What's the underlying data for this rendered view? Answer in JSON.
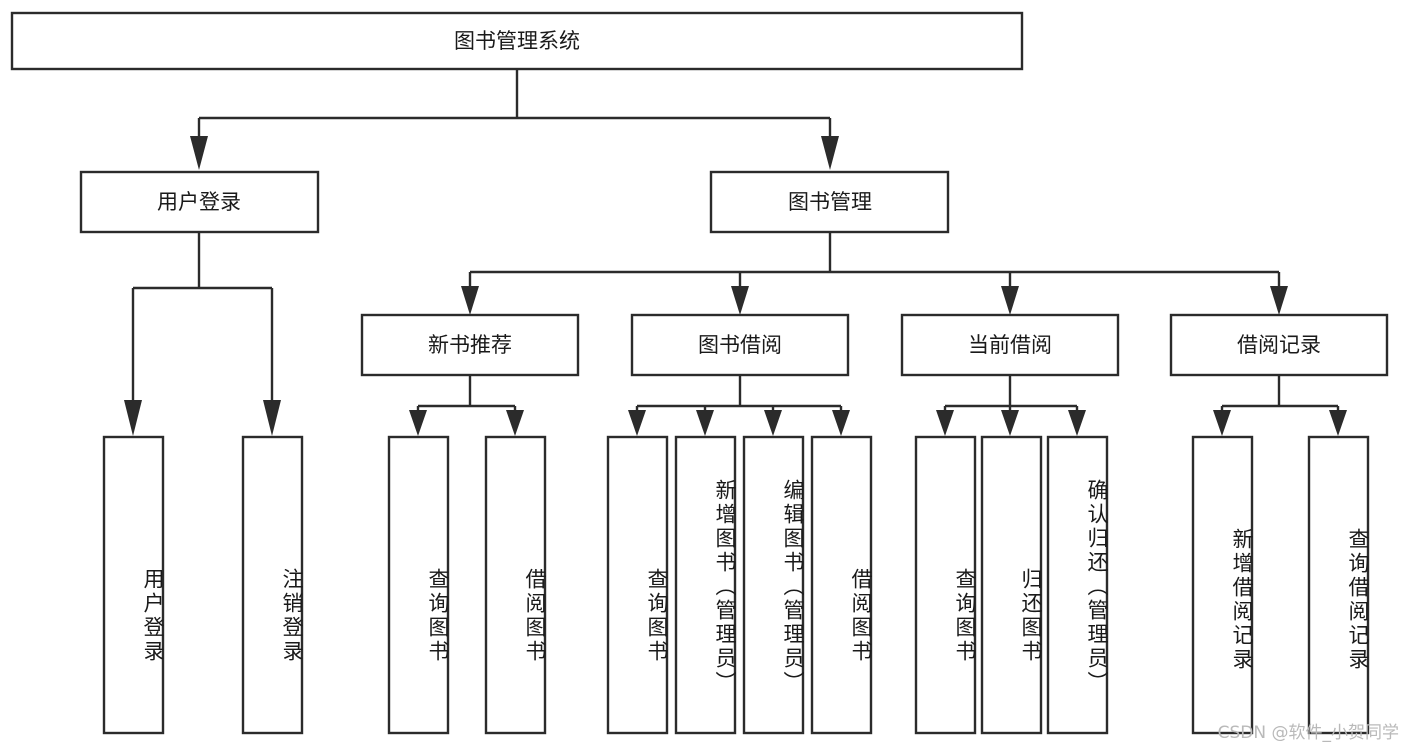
{
  "diagram": {
    "type": "tree",
    "title": "图书管理系统",
    "root": {
      "label": "图书管理系统",
      "children": [
        {
          "label": "用户登录",
          "children": [
            {
              "label": "用户登录"
            },
            {
              "label": "注销登录"
            }
          ]
        },
        {
          "label": "图书管理",
          "children": [
            {
              "label": "新书推荐",
              "children": [
                {
                  "label": "查询图书"
                },
                {
                  "label": "借阅图书"
                }
              ]
            },
            {
              "label": "图书借阅",
              "children": [
                {
                  "label": "查询图书"
                },
                {
                  "label": "新增图书（管理员）"
                },
                {
                  "label": "编辑图书（管理员）"
                },
                {
                  "label": "借阅图书"
                }
              ]
            },
            {
              "label": "当前借阅",
              "children": [
                {
                  "label": "查询图书"
                },
                {
                  "label": "归还图书"
                },
                {
                  "label": "确认归还（管理员）"
                }
              ]
            },
            {
              "label": "借阅记录",
              "children": [
                {
                  "label": "新增借阅记录"
                },
                {
                  "label": "查询借阅记录"
                }
              ]
            }
          ]
        }
      ]
    }
  },
  "nodes": {
    "root": "图书管理系统",
    "l1_user_login": "用户登录",
    "l1_book_mgmt": "图书管理",
    "l2_new_book_rec": "新书推荐",
    "l2_book_borrow": "图书借阅",
    "l2_current_borrow": "当前借阅",
    "l2_borrow_record": "借阅记录",
    "leaf_user_login": "用户登录",
    "leaf_logout": "注销登录",
    "leaf_rec_query": "查询图书",
    "leaf_rec_borrow": "借阅图书",
    "leaf_bb_query": "查询图书",
    "leaf_bb_add": "新增图书（管理员）",
    "leaf_bb_edit": "编辑图书（管理员）",
    "leaf_bb_borrow": "借阅图书",
    "leaf_cb_query": "查询图书",
    "leaf_cb_return": "归还图书",
    "leaf_cb_confirm": "确认归还（管理员）",
    "leaf_br_add": "新增借阅记录",
    "leaf_br_query": "查询借阅记录"
  },
  "watermark": "CSDN @软件_小贺同学",
  "colors": {
    "stroke": "#2b2b2b",
    "fill": "#ffffff",
    "text": "#1a1a1a",
    "watermark": "#b9b9b9"
  }
}
